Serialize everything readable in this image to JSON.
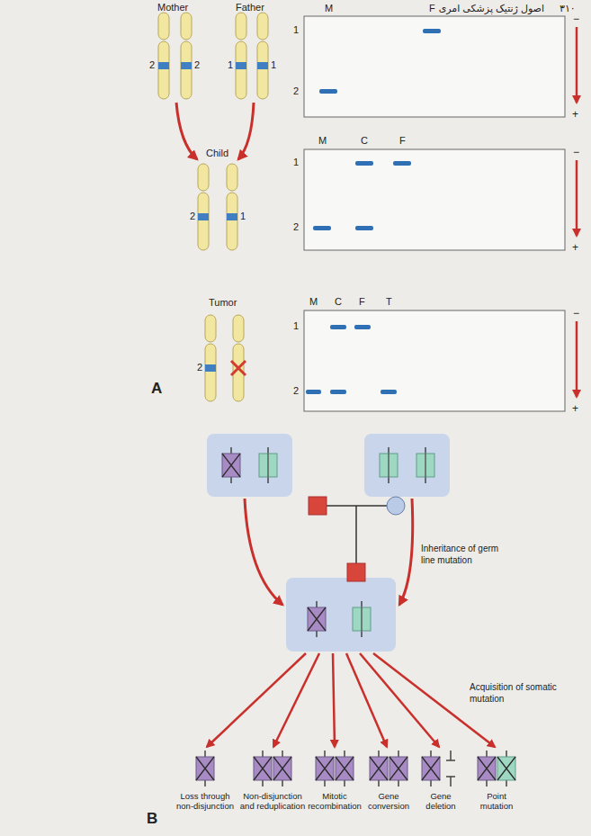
{
  "diagram": {
    "nodes": [
      {
        "text": [
          "Loss through non-disjunction"
        ]
      },
      {
        "text": [
          "Non-disjunction and reduplication"
        ]
      },
      {
        "text": [
          "Mitotic recombination"
        ]
      },
      {
        "text": [
          "Gene conversion"
        ]
      },
      {
        "text": [
          "Gene deletion"
        ]
      },
      {
        "text": [
          "Point mutation"
        ]
      }
    ],
    "labels": [
      "۳۱۰",
      "اصول ژنتیک پزشکی امری",
      "Mother",
      "Father",
      "2",
      "2",
      "1",
      "1",
      "M",
      "F",
      "1",
      "2",
      "−",
      "+",
      "Child",
      "2",
      "1",
      "M",
      "C",
      "F",
      "1",
      "2",
      "−",
      "+",
      "Tumor",
      "2",
      "M",
      "C",
      "F",
      "T",
      "1",
      "2",
      "−",
      "+",
      "A",
      "Inheritance of germ line mutation",
      "Acquisition of somatic mutation",
      "B"
    ]
  }
}
